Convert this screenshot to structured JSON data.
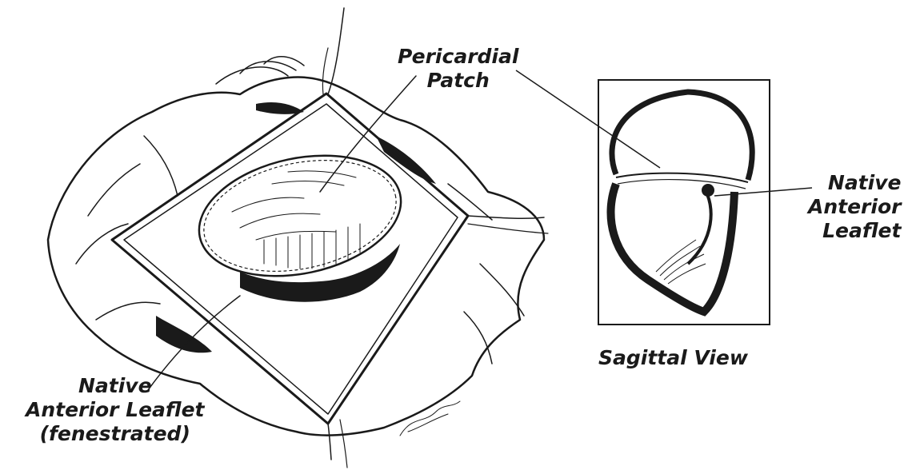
{
  "labels": {
    "pericardial_patch": [
      "Pericardial",
      "Patch"
    ],
    "native_anterior_leaflet_left": [
      "Native",
      "Anterior Leaflet",
      "(fenestrated)"
    ],
    "native_anterior_leaflet_right": [
      "Native",
      "Anterior",
      "Leaflet"
    ],
    "sagittal_view": "Sagittal View"
  },
  "colors": {
    "ink": "#1a1a1a",
    "background": "#ffffff"
  }
}
